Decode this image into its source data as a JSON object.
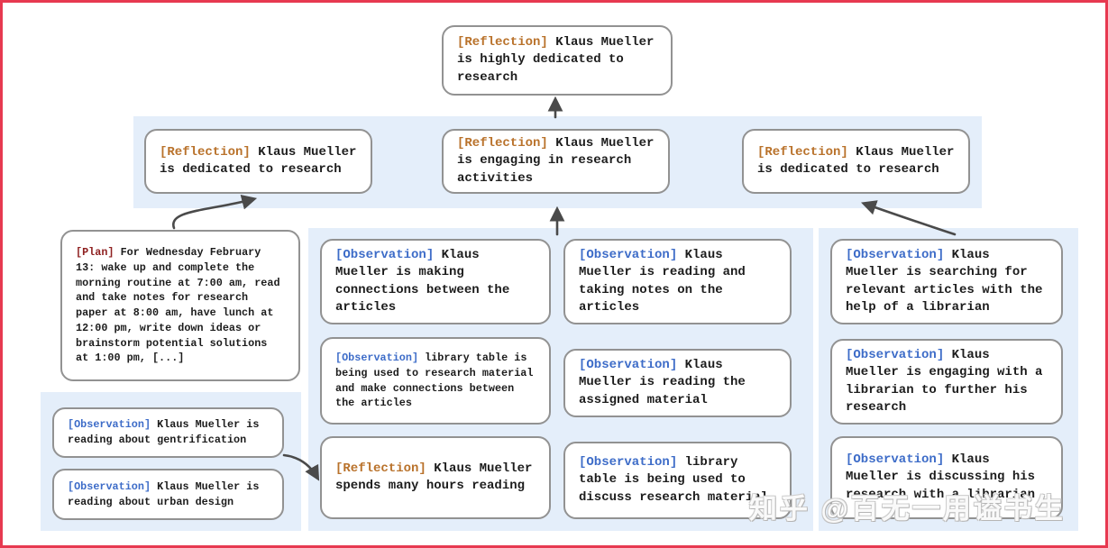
{
  "diagram": {
    "description": "Generative agent memory tree for Klaus Mueller",
    "node_types": [
      "Reflection",
      "Observation",
      "Plan"
    ]
  },
  "colors": {
    "frame": "#e73950",
    "band": "#e4eefa",
    "box_border": "#929292",
    "reflection_tag": "#b9722b",
    "observation_tag": "#3d6cc8",
    "plan_tag": "#8e1f1f",
    "text": "#1c1c1c",
    "arrow": "#4a4a4a"
  },
  "nodes": {
    "root": {
      "tag": "[Reflection]",
      "text": "Klaus Mueller is highly dedicated to research"
    },
    "ref_left": {
      "tag": "[Reflection]",
      "text": "Klaus Mueller is dedicated to research"
    },
    "ref_mid": {
      "tag": "[Reflection]",
      "text": "Klaus Mueller is engaging in research activities"
    },
    "ref_right": {
      "tag": "[Reflection]",
      "text": "Klaus Mueller is dedicated to research"
    },
    "plan": {
      "tag": "[Plan]",
      "text": "For Wednesday February 13: wake up and complete the morning routine at 7:00 am, read and take notes for research paper at 8:00 am, have lunch at 12:00 pm, write down ideas or brainstorm potential solutions at 1:00 pm, [...]"
    },
    "obs_gentrification": {
      "tag": "[Observation]",
      "text": "Klaus Mueller is reading about gentrification"
    },
    "obs_urban_design": {
      "tag": "[Observation]",
      "text": "Klaus Mueller is reading about urban design"
    },
    "obs_connections": {
      "tag": "[Observation]",
      "text": "Klaus Mueller is making connections between the articles"
    },
    "obs_library_research": {
      "tag": "[Observation]",
      "text": "library table is being used to research material and make connections between the articles"
    },
    "ref_hours": {
      "tag": "[Reflection]",
      "text": "Klaus Mueller spends many hours reading"
    },
    "obs_taking_notes": {
      "tag": "[Observation]",
      "text": "Klaus Mueller is reading and taking notes on the articles"
    },
    "obs_assigned": {
      "tag": "[Observation]",
      "text": "Klaus Mueller is reading the assigned material"
    },
    "obs_library_discuss": {
      "tag": "[Observation]",
      "text": "library table is being used to discuss research material"
    },
    "obs_search_librarian": {
      "tag": "[Observation]",
      "text": "Klaus Mueller is searching for relevant articles with the help of a librarian"
    },
    "obs_engage_librarian": {
      "tag": "[Observation]",
      "text": "Klaus Mueller is engaging with a librarian to further his research"
    },
    "obs_discuss_librarian": {
      "tag": "[Observation]",
      "text": "Klaus Mueller is discussing his research with a librarian"
    }
  },
  "watermark": {
    "text": "知乎 @百无一用谥书生"
  }
}
